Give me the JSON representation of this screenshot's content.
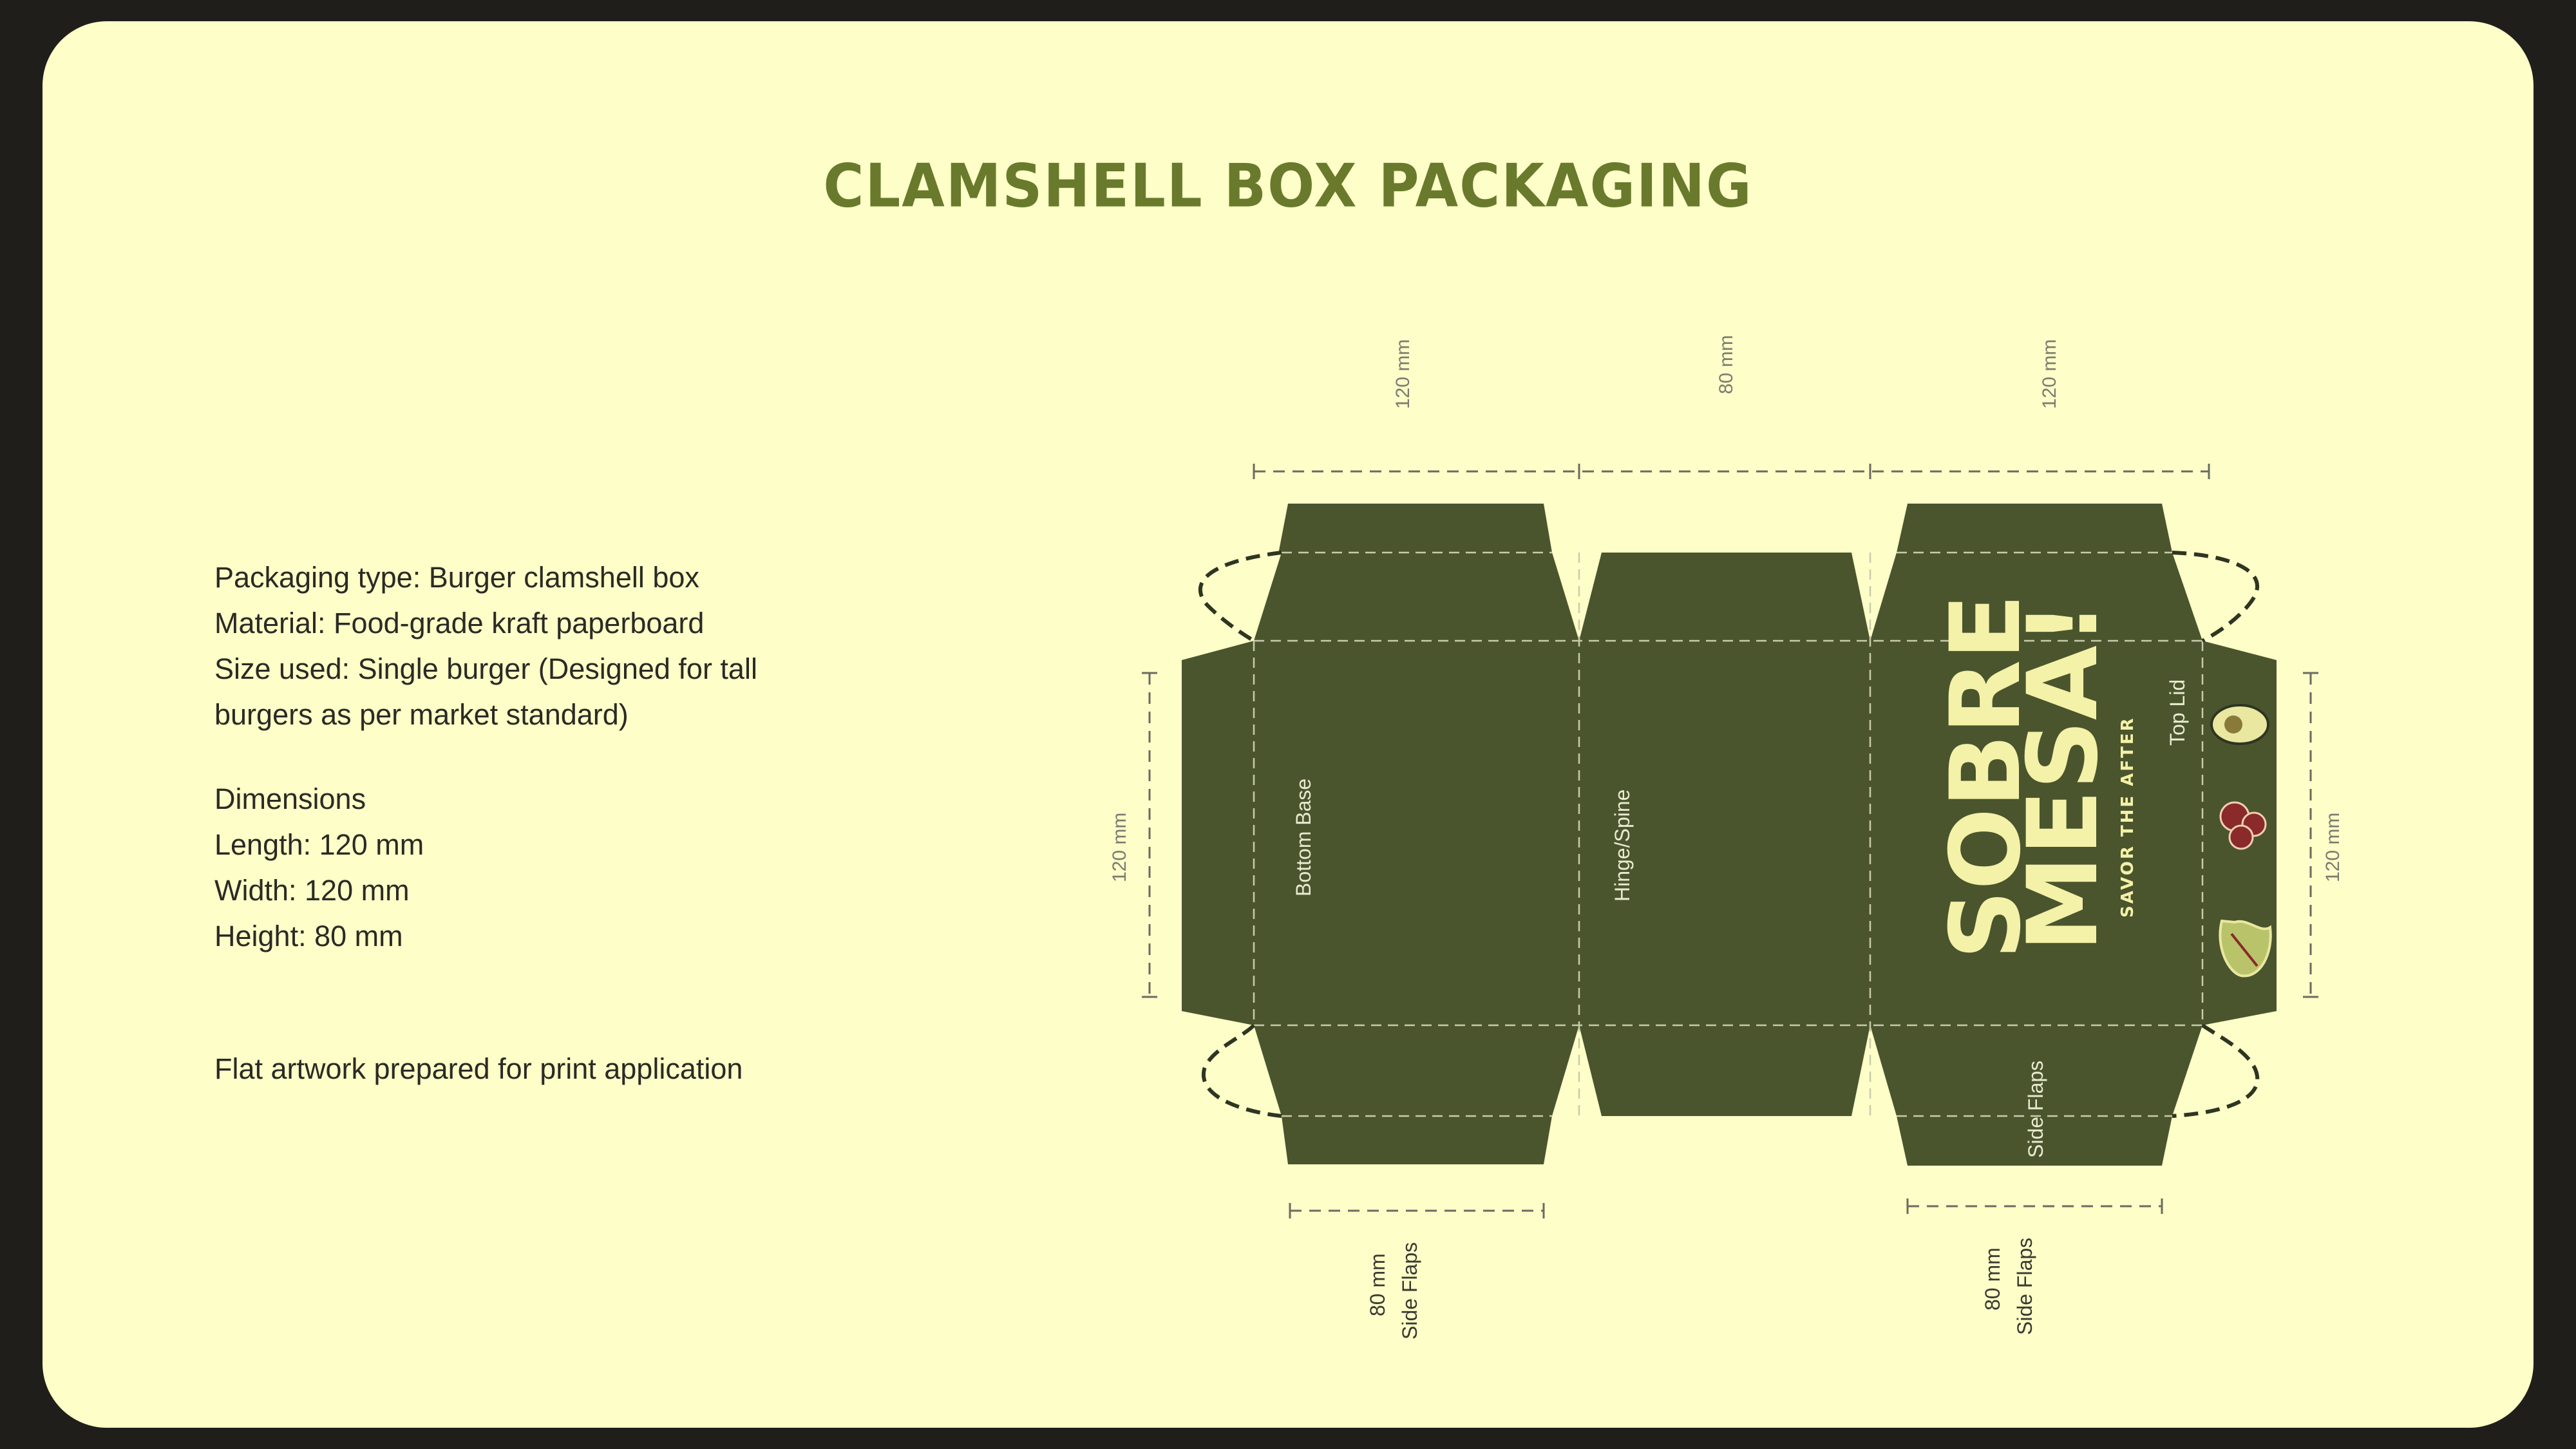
{
  "title": "CLAMSHELL BOX PACKAGING",
  "info": {
    "line1": "Packaging type: Burger clamshell box",
    "line2": "Material: Food-grade kraft paperboard",
    "line3": "Size used: Single burger (Designed for tall",
    "line4": "burgers as per market standard)",
    "dims_heading": "Dimensions",
    "length": "Length: 120 mm",
    "width": "Width: 120 mm",
    "height": "Height: 80 mm",
    "note": "Flat artwork prepared for print application"
  },
  "dieline": {
    "top_dims": [
      "120 mm",
      "80 mm",
      "120 mm"
    ],
    "left_dim": "120 mm",
    "right_dim": "120 mm",
    "bottom_left": {
      "value": "80 mm",
      "label": "Side Flaps"
    },
    "bottom_right": {
      "value": "80 mm",
      "label": "Side Flaps"
    },
    "panel_labels": {
      "bottom_base": "Bottom Base",
      "hinge": "Hinge/Spine",
      "top_lid": "Top Lid",
      "side_flaps": "Side Flaps"
    },
    "brand": {
      "line1": "SOBRE",
      "line2": "MESA!",
      "tagline": "SAVOR THE AFTER"
    }
  },
  "colors": {
    "background": "#fdfec8",
    "frame": "#1f1e1b",
    "title": "#6a7a2c",
    "panel": "#4a552e",
    "brand_text": "#f4f1a8",
    "icon_red": "#8a2a2a"
  }
}
